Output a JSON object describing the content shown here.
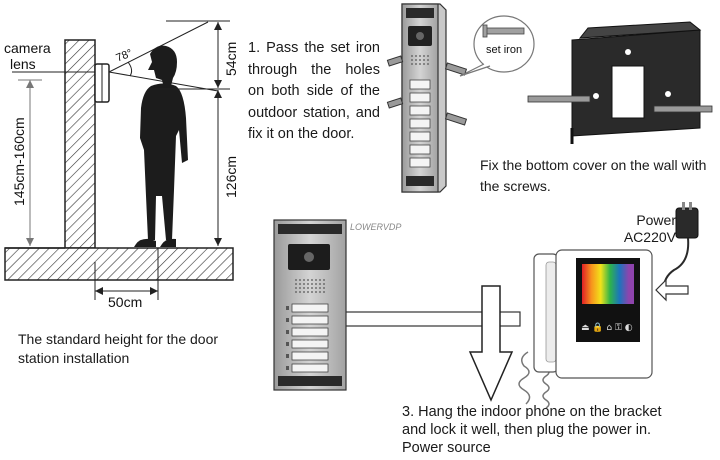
{
  "labels": {
    "camera": "camera",
    "lens": "lens",
    "angle": "78°",
    "height_range": "145cm-160cm",
    "dim_54": "54cm",
    "dim_126": "126cm",
    "dim_50": "50cm",
    "set_iron": "set iron",
    "brand": "LOWERVDP",
    "power_line1": "Power",
    "power_line2": "AC220V"
  },
  "text": {
    "step1": "1. Pass the set iron through the holes on both side of the outdoor station, and fix it on the door.",
    "step2": "Fix the bottom cover on the wall with the screws.",
    "step3_line1": "3. Hang the indoor phone on the bracket",
    "step3_line2": "and lock it well, then plug the power in.",
    "step3_line3": "Power source",
    "caption": "The standard height for the door station installation"
  },
  "colors": {
    "line": "#1a1a1a",
    "silhouette": "#1c1c1c",
    "panel": "#b9b9b9",
    "screen_bg": "#111111"
  }
}
